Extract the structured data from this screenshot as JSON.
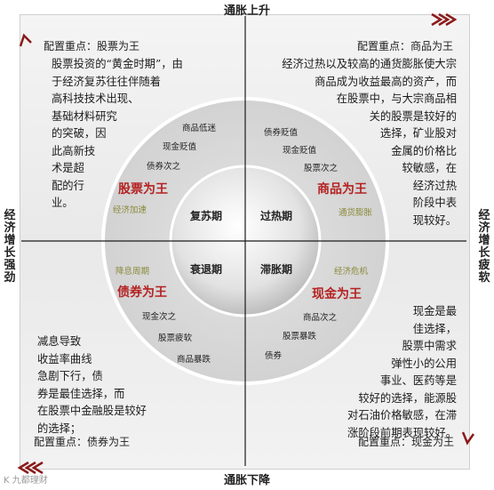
{
  "axes": {
    "top": "通胀上升",
    "bottom": "通胀下降",
    "left": "经济增长强劲",
    "right": "经济增长疲软"
  },
  "colors": {
    "arrow": "#8b1a1a",
    "accent_red": "#b52222",
    "ring_sub": "#8a8a3a"
  },
  "quadrants": {
    "top_left": {
      "config": "配置重点：股票为王",
      "text": [
        "股票投资的“黄金时期”，由",
        "于经济复苏往往伴随着",
        "高科技技术出现、",
        "基础材料研究",
        "的突破，因",
        "此高新技",
        "术是超",
        "配的行",
        "业。"
      ]
    },
    "top_right": {
      "config": "配置重点：商品为王",
      "text": [
        "经济过热以及较高的通货膨胀使大宗",
        "商品成为收益最高的资产，而",
        "在股票中，与大宗商品相",
        "关的股票是较好的",
        "选择，矿业股对",
        "金属的价格比",
        "较敏感，在",
        "经济过热",
        "阶段中表",
        "现较好。"
      ]
    },
    "bottom_left": {
      "config": "配置重点：债券为王",
      "text": [
        "减息导致",
        "收益率曲线",
        "急剧下行，债",
        "券是最佳选择，而",
        "在股票中金融股是较好",
        "的选择；"
      ]
    },
    "bottom_right": {
      "config": "配置重点：现金为王",
      "text": [
        "现金是最",
        "佳选择，",
        "股票中需求",
        "弹性小的公用",
        "事业、医药等是",
        "较好的选择，能源股",
        "对石油价格敏感，在滞",
        "涨阶段前期表现较好。"
      ]
    }
  },
  "ring": {
    "top_left": {
      "items": [
        "商品低迷",
        "现金贬值",
        "债券次之"
      ],
      "king": "股票为王",
      "sub": "经济加速"
    },
    "top_right": {
      "items": [
        "债券贬值",
        "现金贬值",
        "股票次之"
      ],
      "king": "商品为王",
      "sub": "通货膨胀"
    },
    "bottom_left": {
      "sub": "降息周期",
      "king": "债券为王",
      "items": [
        "现金次之",
        "股票疲软",
        "商品暴跌"
      ]
    },
    "bottom_right": {
      "sub": "经济危机",
      "king": "现金为王",
      "items": [
        "商品次之",
        "股票暴跌",
        "债券"
      ]
    }
  },
  "phases": {
    "top_left": "复苏期",
    "top_right": "过热期",
    "bottom_left": "衰退期",
    "bottom_right": "滞胀期"
  },
  "watermark": "K 九都理财"
}
